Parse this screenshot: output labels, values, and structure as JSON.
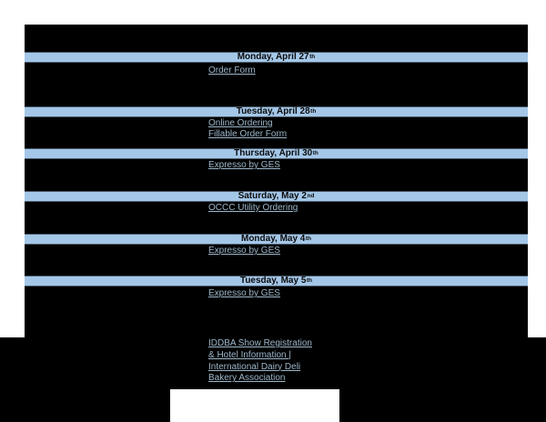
{
  "colors": {
    "page_background": "#ffffff",
    "panel_background": "#000000",
    "date_bar": "#A4C7E8",
    "date_text": "#0b0b0b",
    "link_text": "#9CB7CA"
  },
  "sections": [
    {
      "date": "Monday, April 27",
      "ordinal": "th",
      "links": [
        "Order Form"
      ]
    },
    {
      "date": "Tuesday, April 28",
      "ordinal": "th",
      "links": [
        "Online Ordering",
        "Fillable Order Form"
      ]
    },
    {
      "date": "Thursday, April 30",
      "ordinal": "th",
      "links": [
        "Expresso by GES"
      ]
    },
    {
      "date": "Saturday, May 2",
      "ordinal": "nd",
      "links": [
        "OCCC Utility Ordering"
      ]
    },
    {
      "date": "Monday, May 4",
      "ordinal": "th",
      "links": [
        "Expresso by GES"
      ]
    },
    {
      "date": "Tuesday, May 5",
      "ordinal": "th",
      "links": [
        "Expresso by GES"
      ]
    }
  ],
  "footer": {
    "link_lines": [
      "IDDBA Show Registration",
      "& Hotel Information |",
      "International Dairy Deli",
      "Bakery Association"
    ]
  }
}
